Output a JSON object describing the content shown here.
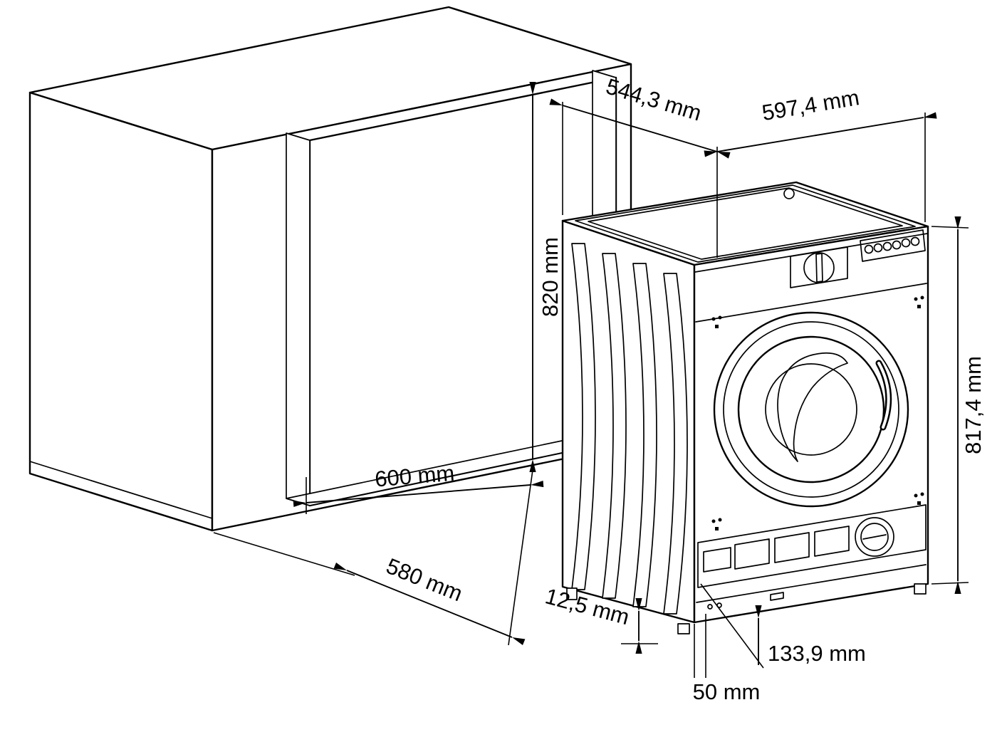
{
  "dims": {
    "machine_depth": "544,3 mm",
    "machine_width": "597,4 mm",
    "niche_height": "820 mm",
    "machine_height": "817,4 mm",
    "niche_depth": "600 mm",
    "cabinet_depth": "580 mm",
    "bottom_gap": "12,5 mm",
    "plinth_height": "133,9 mm",
    "front_clearance": "50 mm"
  },
  "colors": {
    "line": "#000000",
    "background": "#ffffff"
  }
}
